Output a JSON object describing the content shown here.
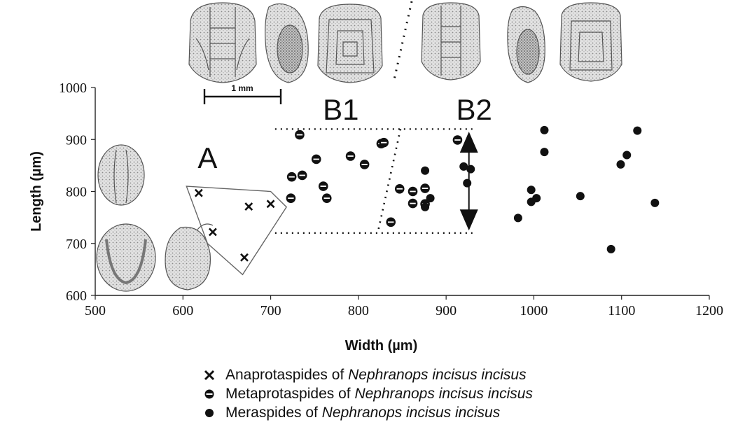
{
  "chart_data": {
    "type": "scatter",
    "xlabel": "Width (µm)",
    "ylabel": "Length (µm)",
    "xlim": [
      500,
      1200
    ],
    "ylim": [
      600,
      1000
    ],
    "x_ticks": [
      500,
      600,
      700,
      800,
      900,
      1000,
      1100,
      1200
    ],
    "y_ticks": [
      600,
      700,
      800,
      900,
      1000
    ],
    "grid": false,
    "legend_position": "bottom",
    "scale_bar_label": "1 mm",
    "group_labels": [
      {
        "text": "A",
        "x": 628,
        "y": 845
      },
      {
        "text": "B1",
        "x": 780,
        "y": 938
      },
      {
        "text": "B2",
        "x": 932,
        "y": 938
      }
    ],
    "series": [
      {
        "name": "Anaprotaspides of Nephranops incisus incisus",
        "legend_prefix": "Anaprotaspides of",
        "legend_species": "Nephranops incisus incisus",
        "marker": "x",
        "points": [
          [
            618,
            797
          ],
          [
            634,
            722
          ],
          [
            670,
            673
          ],
          [
            675,
            771
          ],
          [
            700,
            776
          ]
        ]
      },
      {
        "name": "Metaprotaspides of Nephranops incisus incisus",
        "legend_prefix": "Metaprotaspides of",
        "legend_species": "Nephranops incisus incisus",
        "marker": "circle-dot",
        "points": [
          [
            723,
            787
          ],
          [
            724,
            828
          ],
          [
            733,
            909
          ],
          [
            736,
            831
          ],
          [
            752,
            862
          ],
          [
            760,
            810
          ],
          [
            764,
            787
          ],
          [
            791,
            868
          ],
          [
            807,
            852
          ],
          [
            826,
            892
          ],
          [
            829,
            894
          ],
          [
            837,
            741
          ],
          [
            847,
            805
          ],
          [
            862,
            800
          ],
          [
            862,
            777
          ],
          [
            876,
            776
          ],
          [
            876,
            806
          ],
          [
            913,
            899
          ]
        ]
      },
      {
        "name": "Meraspides of Nephranops incisus incisus",
        "legend_prefix": "Meraspides of",
        "legend_species": "Nephranops incisus incisus",
        "marker": "filled-circle",
        "points": [
          [
            876,
            840
          ],
          [
            876,
            770
          ],
          [
            882,
            787
          ],
          [
            920,
            848
          ],
          [
            924,
            816
          ],
          [
            928,
            843
          ],
          [
            982,
            749
          ],
          [
            997,
            803
          ],
          [
            997,
            780
          ],
          [
            1003,
            787
          ],
          [
            1012,
            918
          ],
          [
            1012,
            876
          ],
          [
            1053,
            791
          ],
          [
            1088,
            689
          ],
          [
            1099,
            852
          ],
          [
            1106,
            870
          ],
          [
            1118,
            917
          ],
          [
            1138,
            778
          ]
        ]
      }
    ],
    "annotations": {
      "dotted_box": {
        "x_start": 705,
        "x_end": 930,
        "y_top": 920,
        "y_bottom": 720
      },
      "divider_b1_b2": [
        [
          848,
          920
        ],
        [
          822,
          720
        ]
      ],
      "double_arrow": {
        "x": 926,
        "y_from": 915,
        "y_to": 725
      }
    }
  }
}
